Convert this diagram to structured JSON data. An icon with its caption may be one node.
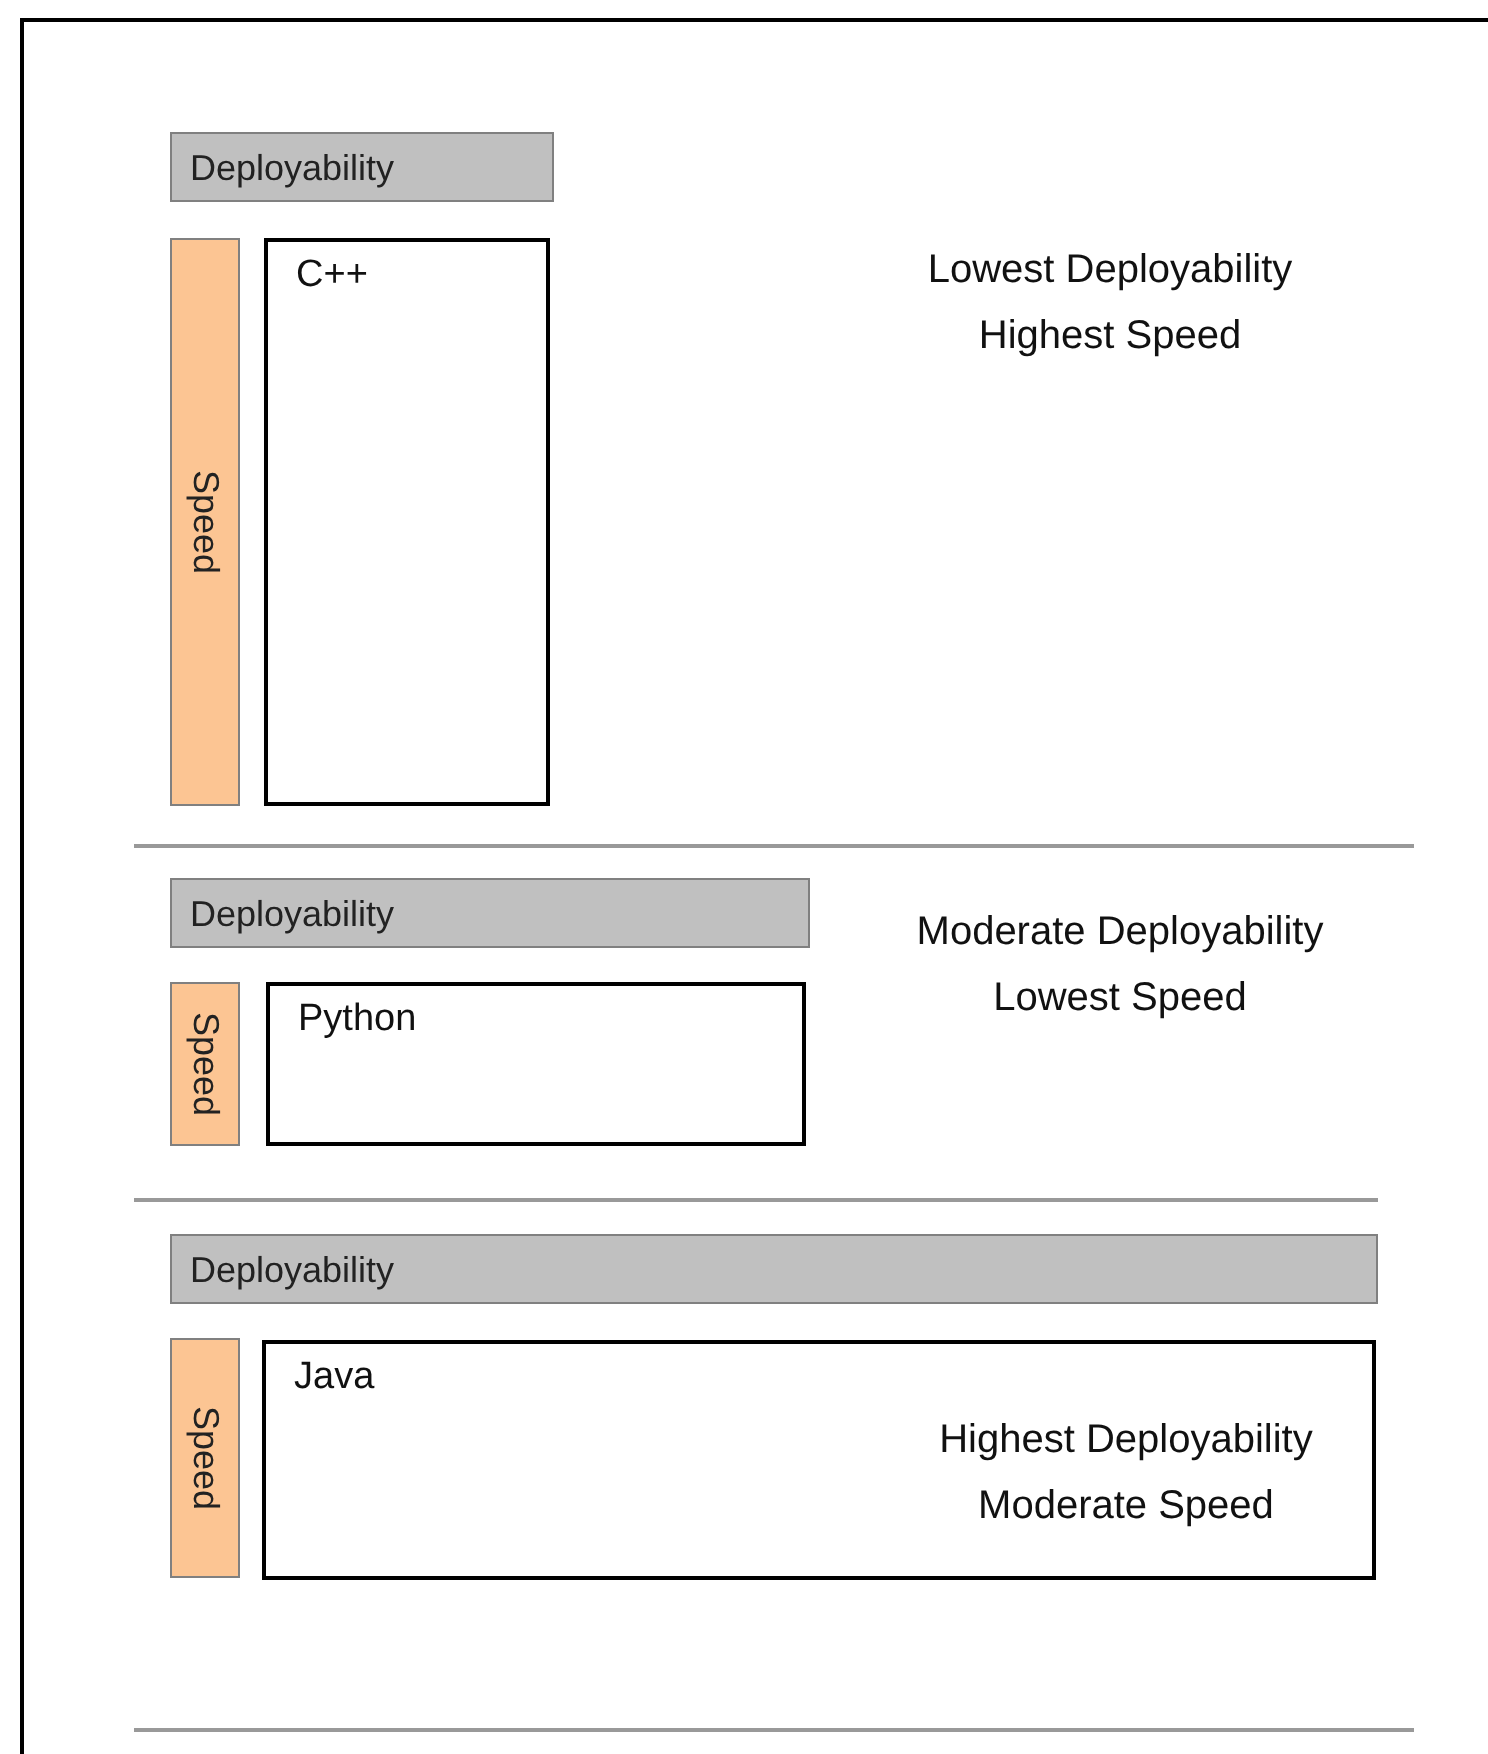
{
  "diagram": {
    "nodes": [
      {
        "text": [
          "Deployability"
        ]
      },
      {
        "text": [
          "Speed"
        ]
      },
      {
        "text": [
          "C++"
        ]
      },
      {
        "text": [
          "Deployability"
        ]
      },
      {
        "text": [
          "Speed"
        ]
      },
      {
        "text": [
          "Python"
        ]
      },
      {
        "text": [
          "Deployability"
        ]
      },
      {
        "text": [
          "Speed"
        ]
      },
      {
        "text": [
          "Java",
          "Highest Deployability Moderate Speed"
        ]
      }
    ],
    "edges": [],
    "labels": [
      "Lowest Deployability Highest Speed",
      "Moderate Deployability Lowest Speed"
    ]
  }
}
